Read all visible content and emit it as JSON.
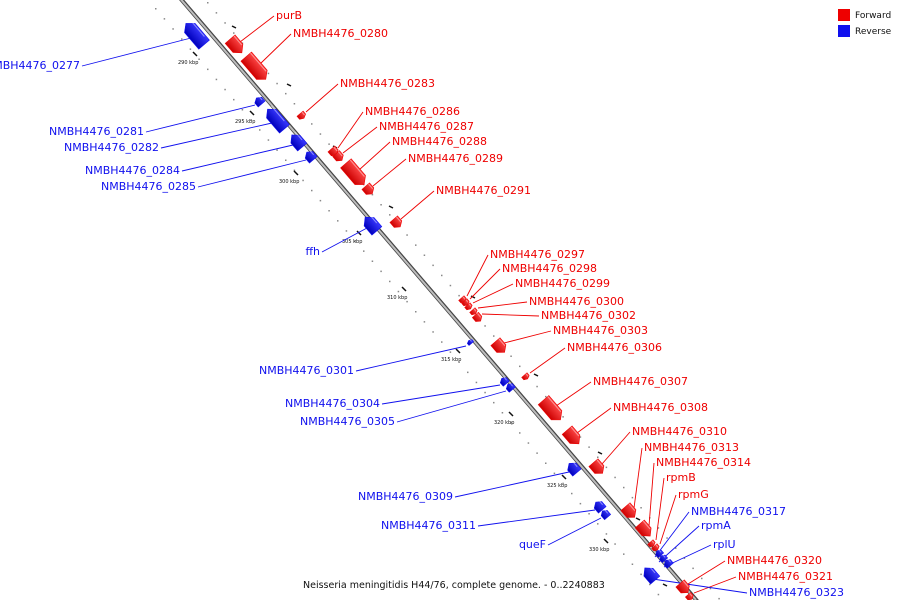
{
  "colors": {
    "forward": "#ee0000",
    "reverse": "#1010ee",
    "axis": "#999999",
    "axis_shadow": "#444444"
  },
  "legend": {
    "forward_label": "Forward",
    "reverse_label": "Reverse"
  },
  "caption": "Neisseria meningitidis H44/76, complete genome. - 0..2240883",
  "ticks": [
    "290 kbp",
    "295 kbp",
    "300 kbp",
    "305 kbp",
    "310 kbp",
    "315 kbp",
    "320 kbp",
    "325 kbp",
    "330 kbp"
  ],
  "genes": [
    {
      "name": "NMBH4476_0277",
      "strand": "reverse"
    },
    {
      "name": "purB",
      "strand": "forward"
    },
    {
      "name": "NMBH4476_0280",
      "strand": "forward"
    },
    {
      "name": "NMBH4476_0283",
      "strand": "forward"
    },
    {
      "name": "NMBH4476_0281",
      "strand": "reverse"
    },
    {
      "name": "NMBH4476_0282",
      "strand": "reverse"
    },
    {
      "name": "NMBH4476_0286",
      "strand": "forward"
    },
    {
      "name": "NMBH4476_0287",
      "strand": "forward"
    },
    {
      "name": "NMBH4476_0288",
      "strand": "forward"
    },
    {
      "name": "NMBH4476_0289",
      "strand": "forward"
    },
    {
      "name": "NMBH4476_0284",
      "strand": "reverse"
    },
    {
      "name": "NMBH4476_0285",
      "strand": "reverse"
    },
    {
      "name": "NMBH4476_0291",
      "strand": "forward"
    },
    {
      "name": "ffh",
      "strand": "reverse"
    },
    {
      "name": "NMBH4476_0297",
      "strand": "forward"
    },
    {
      "name": "NMBH4476_0298",
      "strand": "forward"
    },
    {
      "name": "NMBH4476_0299",
      "strand": "forward"
    },
    {
      "name": "NMBH4476_0300",
      "strand": "forward"
    },
    {
      "name": "NMBH4476_0302",
      "strand": "forward"
    },
    {
      "name": "NMBH4476_0303",
      "strand": "forward"
    },
    {
      "name": "NMBH4476_0306",
      "strand": "forward"
    },
    {
      "name": "NMBH4476_0301",
      "strand": "reverse"
    },
    {
      "name": "NMBH4476_0307",
      "strand": "forward"
    },
    {
      "name": "NMBH4476_0304",
      "strand": "reverse"
    },
    {
      "name": "NMBH4476_0305",
      "strand": "reverse"
    },
    {
      "name": "NMBH4476_0308",
      "strand": "forward"
    },
    {
      "name": "NMBH4476_0310",
      "strand": "forward"
    },
    {
      "name": "NMBH4476_0313",
      "strand": "forward"
    },
    {
      "name": "NMBH4476_0314",
      "strand": "forward"
    },
    {
      "name": "rpmB",
      "strand": "forward"
    },
    {
      "name": "rpmG",
      "strand": "forward"
    },
    {
      "name": "NMBH4476_0309",
      "strand": "reverse"
    },
    {
      "name": "NMBH4476_0317",
      "strand": "reverse"
    },
    {
      "name": "NMBH4476_0311",
      "strand": "reverse"
    },
    {
      "name": "rpmA",
      "strand": "reverse"
    },
    {
      "name": "queF",
      "strand": "reverse"
    },
    {
      "name": "rplU",
      "strand": "reverse"
    },
    {
      "name": "NMBH4476_0320",
      "strand": "forward"
    },
    {
      "name": "NMBH4476_0321",
      "strand": "forward"
    },
    {
      "name": "NMBH4476_0323",
      "strand": "reverse"
    }
  ]
}
